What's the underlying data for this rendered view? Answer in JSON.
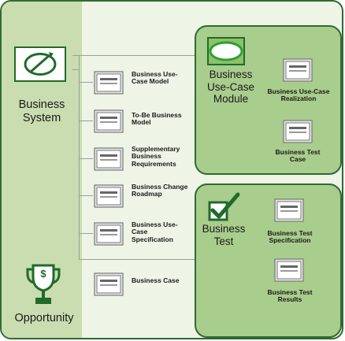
{
  "colors": {
    "frame_border": "#2e6b32",
    "panel_bg": "#eef4e6",
    "left_band": "#c9ddb0",
    "module_fill": "#a9cd8c",
    "icon_dark": "#1f6b2a",
    "icon_bright": "#2aa131"
  },
  "business_system": {
    "icon": "circular-arrows-icon",
    "label": "Business System"
  },
  "opportunity": {
    "icon": "trophy-dollar-icon",
    "label": "Opportunity",
    "symbol": "$"
  },
  "artifacts": [
    {
      "icon": "document-icon",
      "label": "Business Use-Case Model"
    },
    {
      "icon": "document-icon",
      "label": "To-Be Business Model"
    },
    {
      "icon": "document-icon",
      "label": "Supplementary Business Requirements"
    },
    {
      "icon": "document-icon",
      "label": "Business Change Roadmap"
    },
    {
      "icon": "document-icon",
      "label": "Business Use-Case Specification"
    },
    {
      "icon": "document-icon",
      "label": "Business Case"
    }
  ],
  "modules": {
    "use_case": {
      "icon": "ellipse-icon",
      "title": "Business Use-Case Module",
      "items": [
        {
          "icon": "document-icon",
          "label": "Business Use-Case Realization"
        },
        {
          "icon": "document-icon",
          "label": "Business Test Case"
        }
      ]
    },
    "test": {
      "icon": "checkbox-icon",
      "title": "Business Test",
      "items": [
        {
          "icon": "document-icon",
          "label": "Business Test Specification"
        },
        {
          "icon": "document-icon",
          "label": "Business Test Results"
        }
      ]
    }
  }
}
